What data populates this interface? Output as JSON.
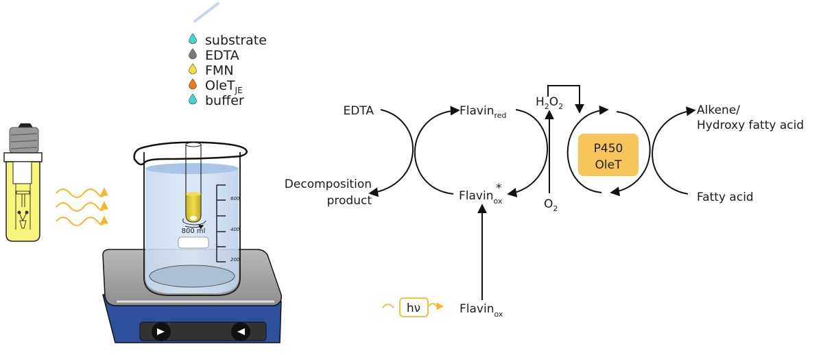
{
  "setup": {
    "reagents": [
      {
        "label": "substrate",
        "sub": "",
        "color": "#3fd8cc"
      },
      {
        "label": "EDTA",
        "sub": "",
        "color": "#7a7a7a"
      },
      {
        "label": "FMN",
        "sub": "",
        "color": "#f2e23a"
      },
      {
        "label": "OleT",
        "sub": "JE",
        "color": "#ee7a12"
      },
      {
        "label": "buffer",
        "sub": "",
        "color": "#3fd8cc"
      }
    ],
    "beaker_volume_label": "800 ml",
    "beaker_scale_ticks": [
      "600",
      "400",
      "200"
    ],
    "light_color": "#f5b72a",
    "lamp_glass_color": "#f6f67a",
    "hotplate_color": "#2d4f9c"
  },
  "scheme": {
    "edta": "EDTA",
    "decomposition": [
      "Decomposition",
      "product"
    ],
    "flavin_red": {
      "main": "Flavin",
      "sub": "red"
    },
    "flavin_ox_star": {
      "main": "Flavin",
      "sub": "ox",
      "sup": "*"
    },
    "flavin_ox": {
      "main": "Flavin",
      "sub": "ox"
    },
    "h2o2": {
      "a": "H",
      "s1": "2",
      "b": "O",
      "s2": "2"
    },
    "o2": {
      "a": "O",
      "s1": "2"
    },
    "enzyme": {
      "line1": "P450",
      "line2": "OleT",
      "color": "#f9c45a"
    },
    "product": [
      "Alkene/",
      "Hydroxy fatty acid"
    ],
    "fatty_acid": "Fatty acid",
    "hv": "hν",
    "hv_color": "#f5b72a"
  }
}
